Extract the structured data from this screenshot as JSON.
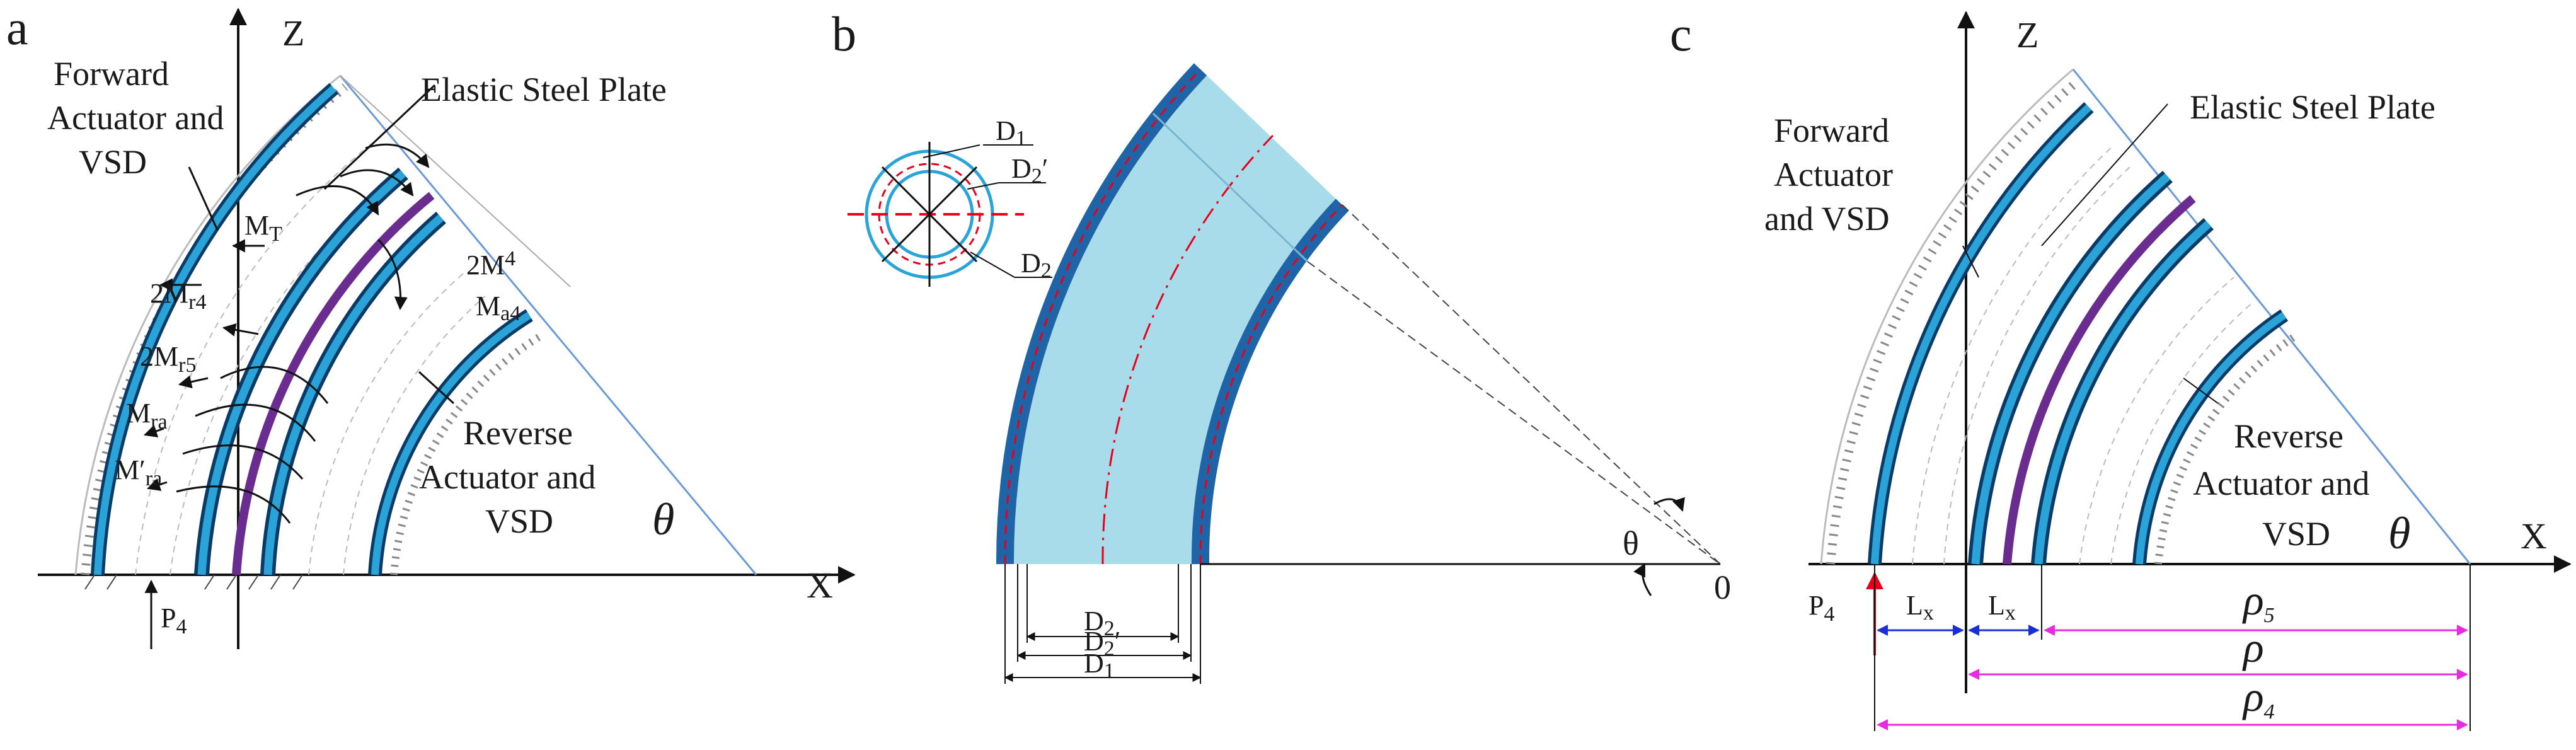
{
  "panels": {
    "a": {
      "letter": "a",
      "axis_z": "Z",
      "axis_x": "X",
      "theta": "θ",
      "forward": [
        "Forward",
        "Actuator and",
        "VSD"
      ],
      "plate": "Elastic Steel Plate",
      "reverse": [
        "Reverse",
        "Actuator and",
        "VSD"
      ],
      "mt": "M",
      "mt_sub": "T",
      "m2m4": "2M",
      "m2m4_sub": "4",
      "ma4": "M",
      "ma4_sub": "a4",
      "mr4": "2M",
      "mr4_sub": "r4",
      "mr5": "2M",
      "mr5_sub": "r5",
      "mra": "M",
      "mra_sub": "ra",
      "mpra": "M′",
      "mpra_sub": "ra",
      "p4": "P",
      "p4_sub": "4"
    },
    "b": {
      "letter": "b",
      "d1": "D",
      "d1_sub": "1",
      "d2p": "D",
      "d2p_sub": "2",
      "d2p_prime": "′",
      "d2": "D",
      "d2_sub": "2",
      "theta": "θ",
      "origin": "0"
    },
    "c": {
      "letter": "c",
      "axis_z": "Z",
      "axis_x": "X",
      "theta": "θ",
      "forward": [
        "Forward",
        "Actuator",
        "and VSD"
      ],
      "plate": "Elastic Steel Plate",
      "reverse": [
        "Reverse",
        "Actuator and",
        "VSD"
      ],
      "p4": "P",
      "p4_sub": "4",
      "lx": "L",
      "lx_sub": "x",
      "rho5": "ρ",
      "rho5_sub": "5",
      "rho": "ρ",
      "rho4": "ρ",
      "rho4_sub": "4"
    }
  },
  "colors": {
    "actuator_fill": "#2aa3d8",
    "actuator_edge": "#0a3a66",
    "plate": "#6a2d8f",
    "bend_fill": "#a9dcea",
    "bend_edge": "#1f64a6",
    "dim_blue": "#1a2fd6",
    "dim_magenta": "#e62be0",
    "red_arrow": "#e8001a",
    "centerline_red": "#e8001a"
  }
}
